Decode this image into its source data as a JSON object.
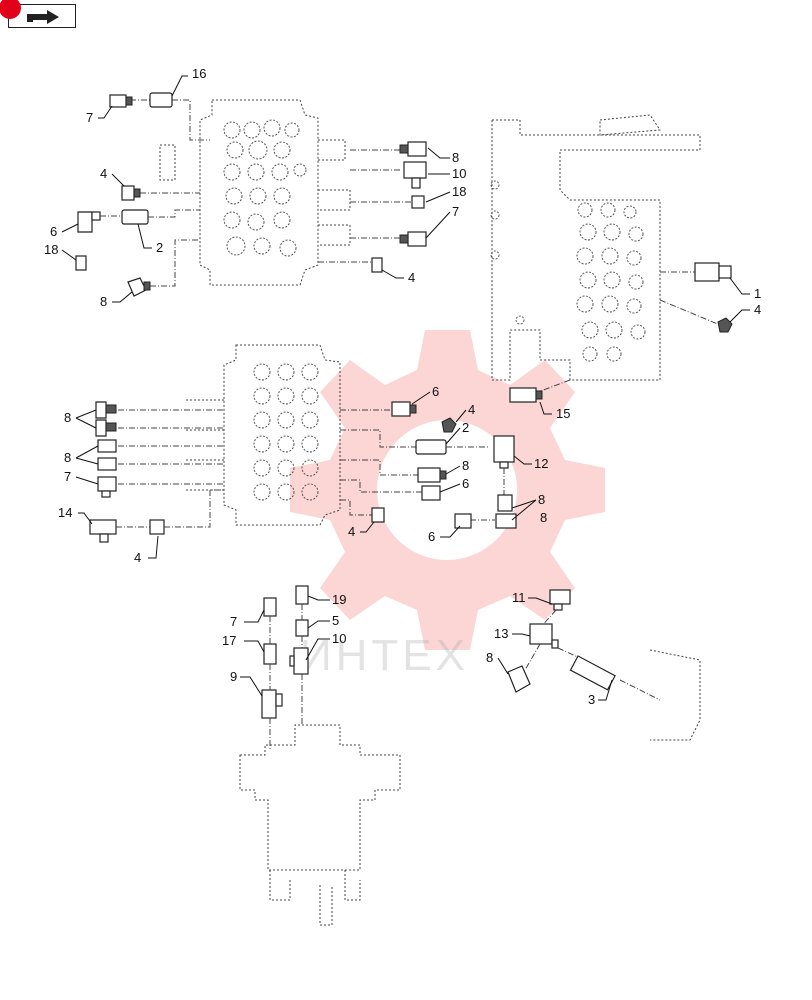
{
  "toolbar": {
    "nav_icon": "return-arrow-icon",
    "accent": "#e3001b"
  },
  "watermark": {
    "text": "ИНТЕХ",
    "color": "#f04040"
  },
  "callouts": [
    "16",
    "7",
    "8",
    "10",
    "4",
    "18",
    "7",
    "6",
    "2",
    "18",
    "8",
    "4",
    "1",
    "4",
    "15",
    "8",
    "6",
    "4",
    "2",
    "12",
    "8",
    "8",
    "7",
    "8",
    "6",
    "14",
    "4",
    "4",
    "8",
    "6",
    "7",
    "19",
    "17",
    "5",
    "10",
    "9",
    "11",
    "13",
    "8",
    "3"
  ]
}
